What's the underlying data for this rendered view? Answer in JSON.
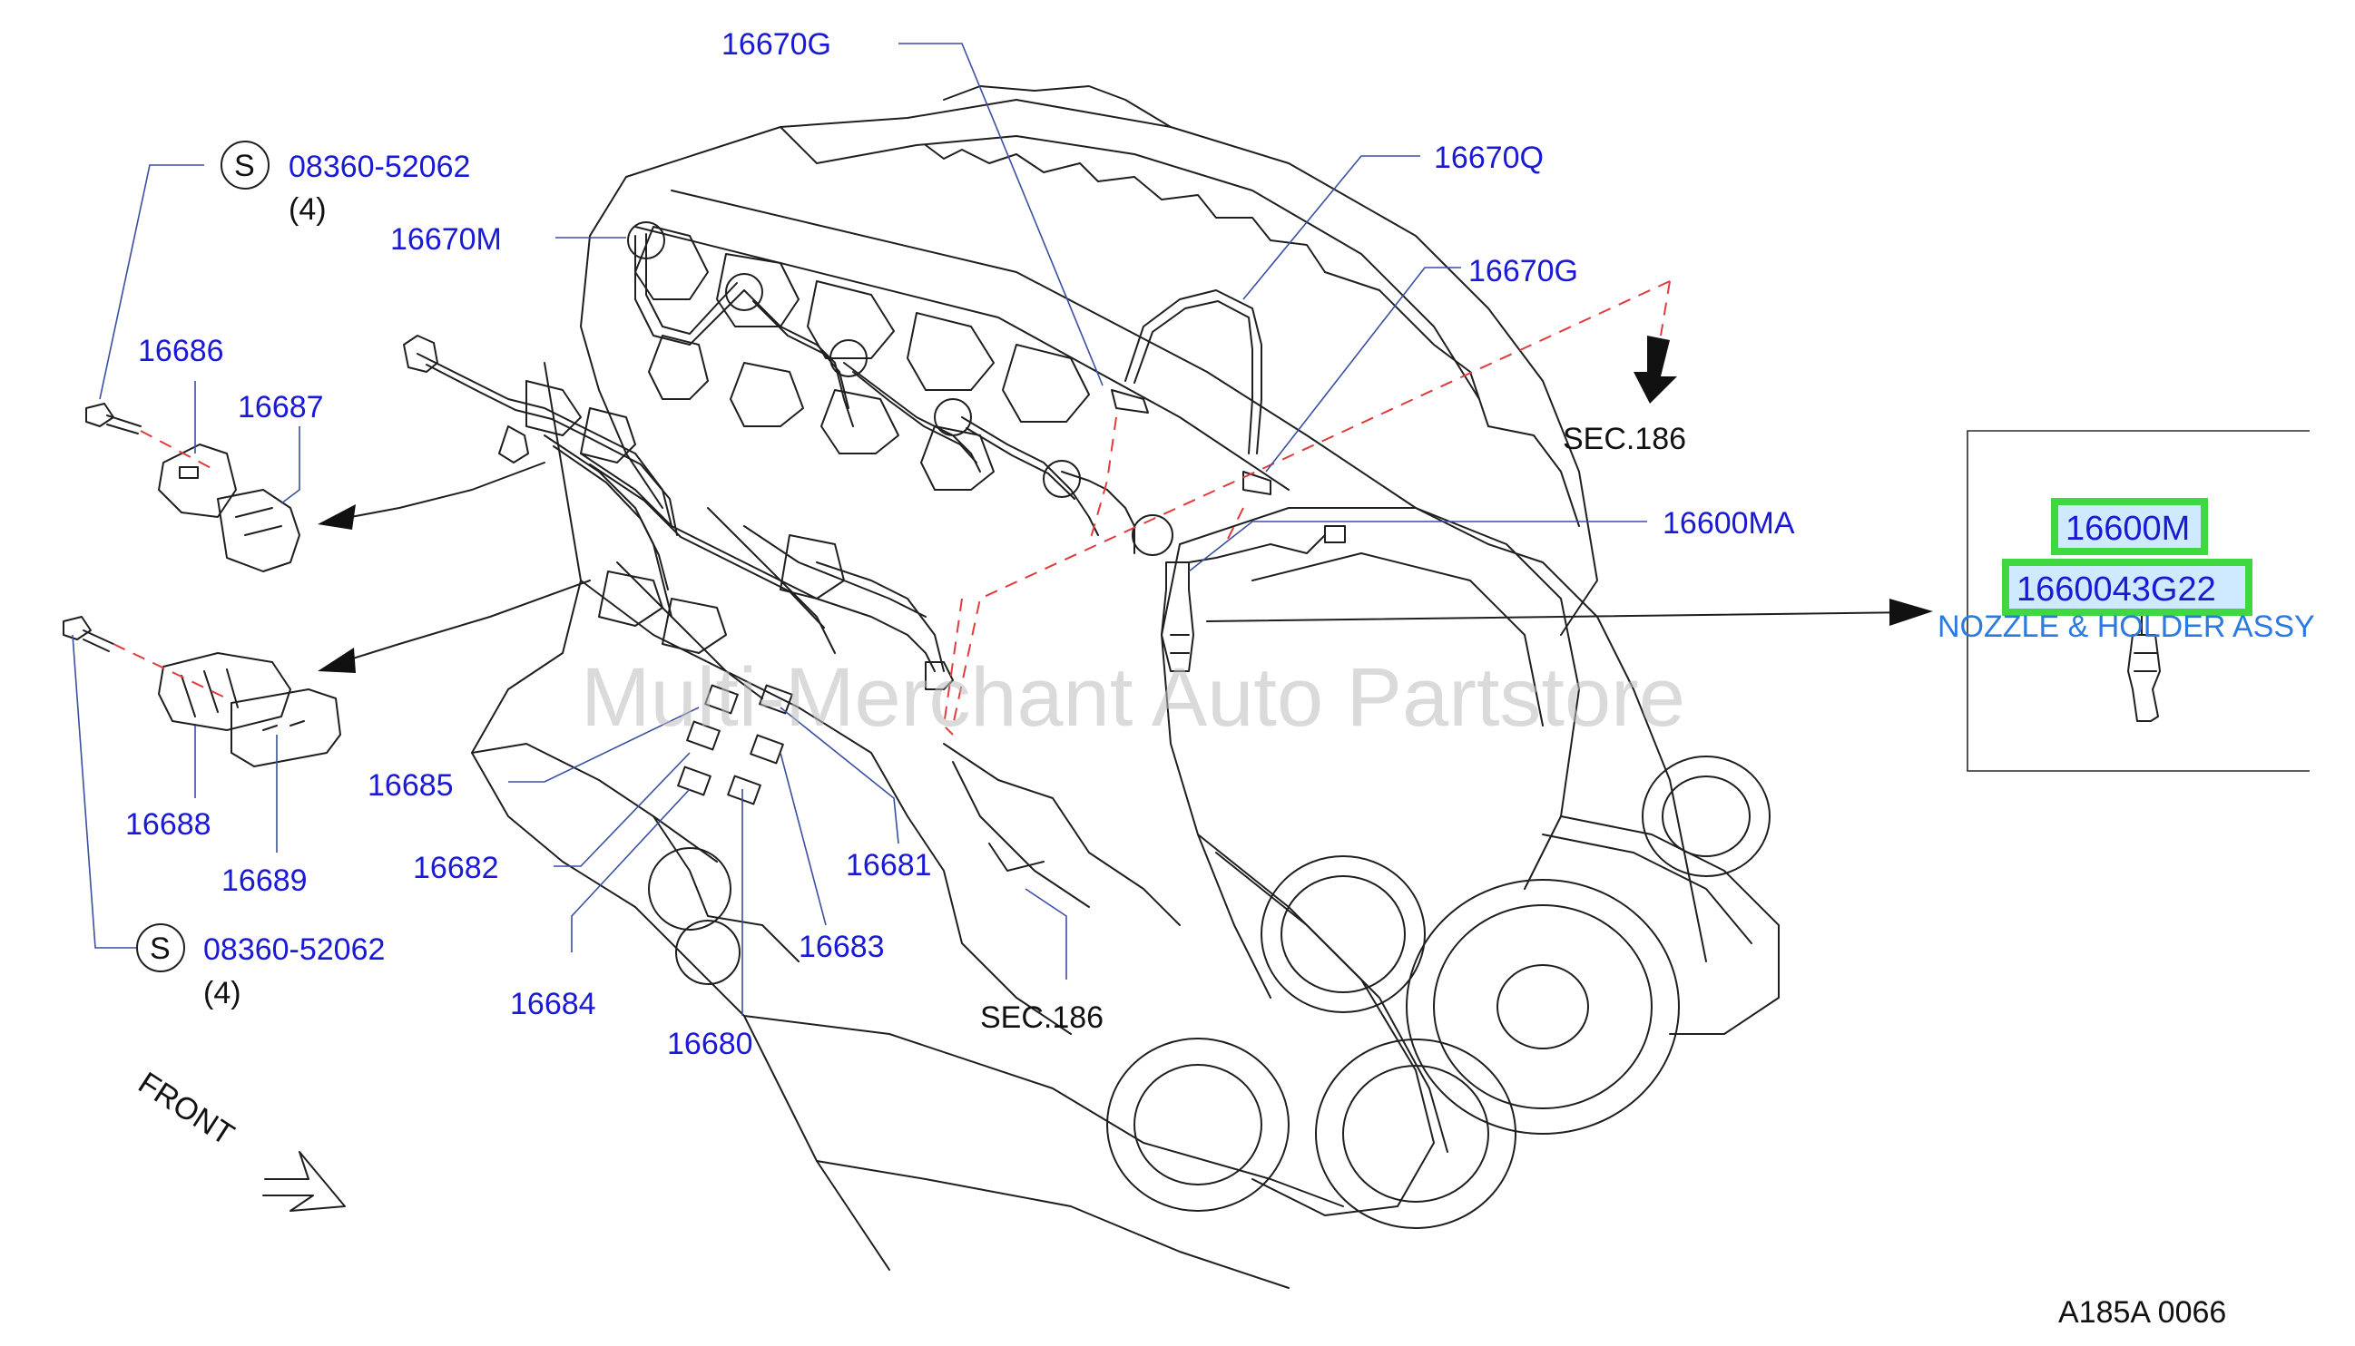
{
  "watermark": "Multi-Merchant Auto Partstore",
  "diagram_code": "A185A  0066",
  "front_label": "FRONT",
  "sec_labels": [
    "SEC.186",
    "SEC.186"
  ],
  "screw_symbol": "S",
  "parts": {
    "p16670G_top": "16670G",
    "p16670Q": "16670Q",
    "p16670G_right": "16670G",
    "p16670M": "16670M",
    "p08360_top": "08360-52062",
    "p08360_top_qty": "(4)",
    "p16686": "16686",
    "p16687": "16687",
    "p16688": "16688",
    "p16689": "16689",
    "p08360_bottom": "08360-52062",
    "p08360_bottom_qty": "(4)",
    "p16685": "16685",
    "p16682": "16682",
    "p16684": "16684",
    "p16680": "16680",
    "p16683": "16683",
    "p16681": "16681",
    "p16600MA": "16600MA"
  },
  "inset": {
    "highlight_1": "16600M",
    "highlight_2": "1660043G22",
    "description": "NOZZLE & HOLDER ASSY",
    "highlight_color": "#3fd83f"
  }
}
